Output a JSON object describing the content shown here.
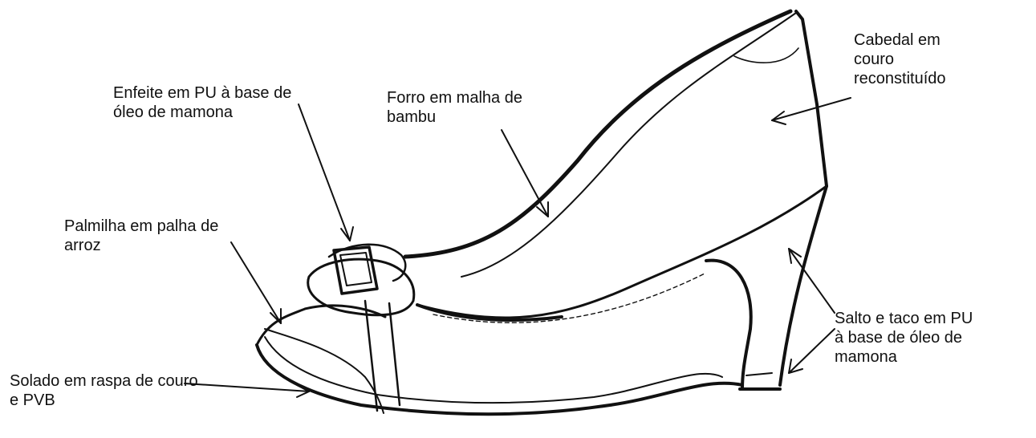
{
  "figure": {
    "title": "",
    "labels": {
      "cabedal": [
        "Cabedal em",
        "couro",
        "reconstituído"
      ],
      "enfeite": [
        "Enfeite em PU à base de",
        "óleo de mamona"
      ],
      "forro": [
        "Forro em malha de",
        "bambu"
      ],
      "palmilha": [
        "Palmilha em palha de",
        "arroz"
      ],
      "salto": [
        "Salto e taco em PU",
        " à base de óleo de",
        "mamona"
      ],
      "solado": [
        "Solado em raspa de couro",
        "e PVB"
      ]
    }
  },
  "colors": {
    "ink": "#111111",
    "background": "#ffffff"
  }
}
